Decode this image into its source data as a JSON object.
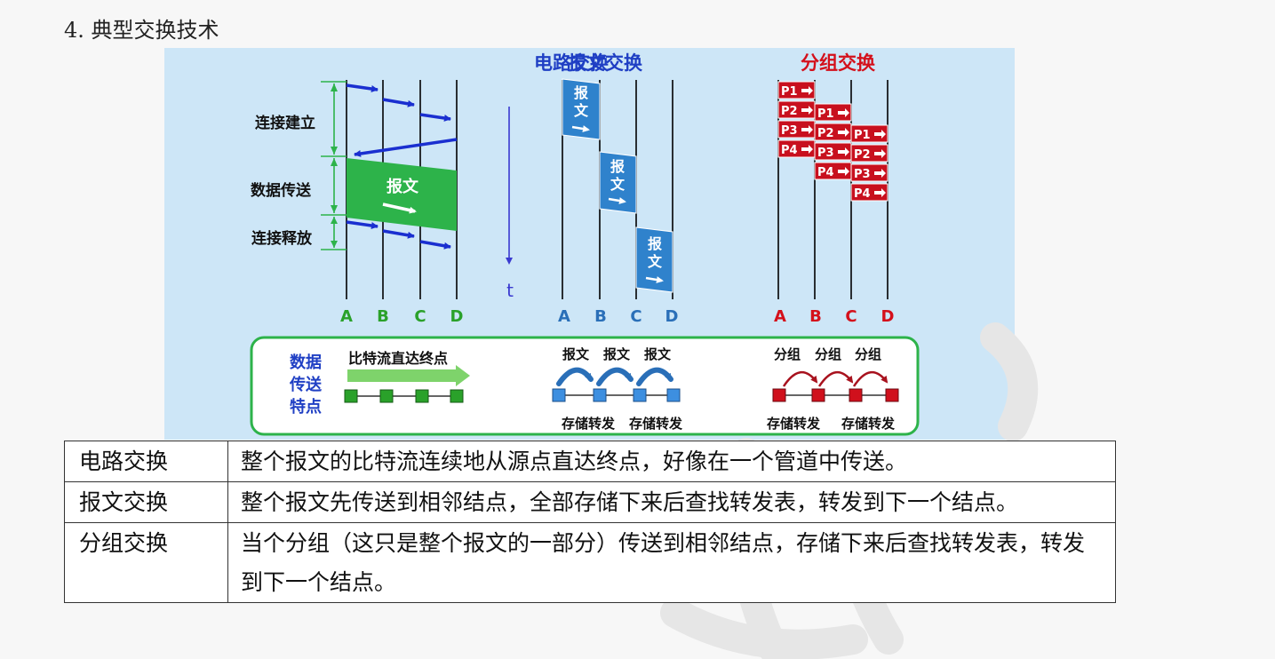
{
  "heading": "4. 典型交换技术",
  "figure": {
    "titles": {
      "circuit": "电路交换",
      "message": "报文交换",
      "packet": "分组交换"
    },
    "phases": {
      "setup": "连接建立",
      "transfer": "数据传送",
      "release": "连接释放"
    },
    "message_label": "报文",
    "time_label": "t",
    "nodes": [
      "A",
      "B",
      "C",
      "D"
    ],
    "packets": [
      "P1",
      "P2",
      "P3",
      "P4"
    ],
    "legend": {
      "title_lines": [
        "数据",
        "传送",
        "特点"
      ],
      "circuit_caption": "比特流直达终点",
      "message_captions": [
        "报文",
        "报文",
        "报文"
      ],
      "message_store": [
        "存储转发",
        "存储转发"
      ],
      "packet_captions": [
        "分组",
        "分组",
        "分组"
      ],
      "packet_store": [
        "存储转发",
        "存储转发"
      ]
    }
  },
  "table": {
    "rows": [
      {
        "key": "电路交换",
        "value": "整个报文的比特流连续地从源点直达终点，好像在一个管道中传送。"
      },
      {
        "key": "报文交换",
        "value": "整个报文先传送到相邻结点，全部存储下来后查找转发表，转发到下一个结点。"
      },
      {
        "key": "分组交换",
        "value": "当个分组（这只是整个报文的一部分）传送到相邻结点，存储下来后查找转发表，转发到下一个结点。"
      }
    ]
  },
  "colors": {
    "blue_title": "#1f3fc4",
    "red_title": "#d4101b",
    "node_green": "#2aa12a",
    "link_blue": "#1a2fd0",
    "msg_block": "#2f82cc",
    "packet_red": "#c8101e",
    "transfer_green": "#2db34a",
    "figure_bg": "#cde6f7"
  }
}
